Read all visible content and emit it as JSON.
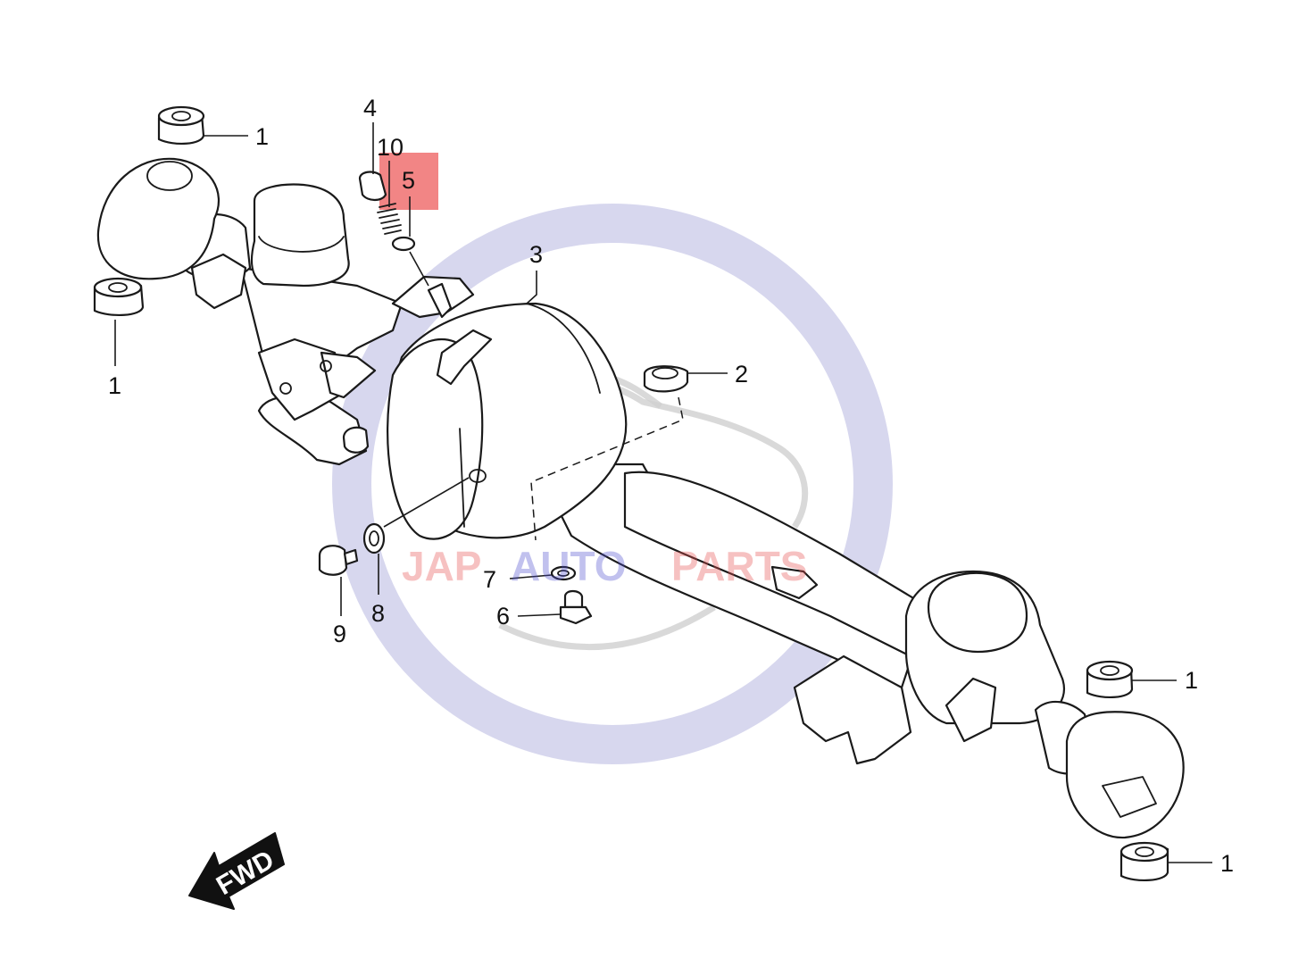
{
  "diagram": {
    "highlight_color": "#f07070",
    "watermark": {
      "text_jap": "JAP",
      "text_auto": "AUTO",
      "text_parts": "PARTS",
      "color_red": "#e85050",
      "color_blue": "#5050d0",
      "ring_color": "#c9c9e8"
    },
    "fwd_label": "FWD",
    "parts": {
      "bearing_top_left": {
        "label": "1"
      },
      "bearing_left": {
        "label": "1"
      },
      "bearing_right": {
        "label": "1"
      },
      "bearing_bottom_right": {
        "label": "1"
      },
      "seal": {
        "label": "2"
      },
      "axle_housing": {
        "label": "3"
      },
      "breather_cap": {
        "label": "4"
      },
      "breather_washer": {
        "label": "5"
      },
      "drain_plug": {
        "label": "6"
      },
      "drain_gasket": {
        "label": "7"
      },
      "filler_gasket": {
        "label": "8"
      },
      "filler_plug": {
        "label": "9"
      },
      "breather_spring": {
        "label": "10"
      }
    }
  }
}
